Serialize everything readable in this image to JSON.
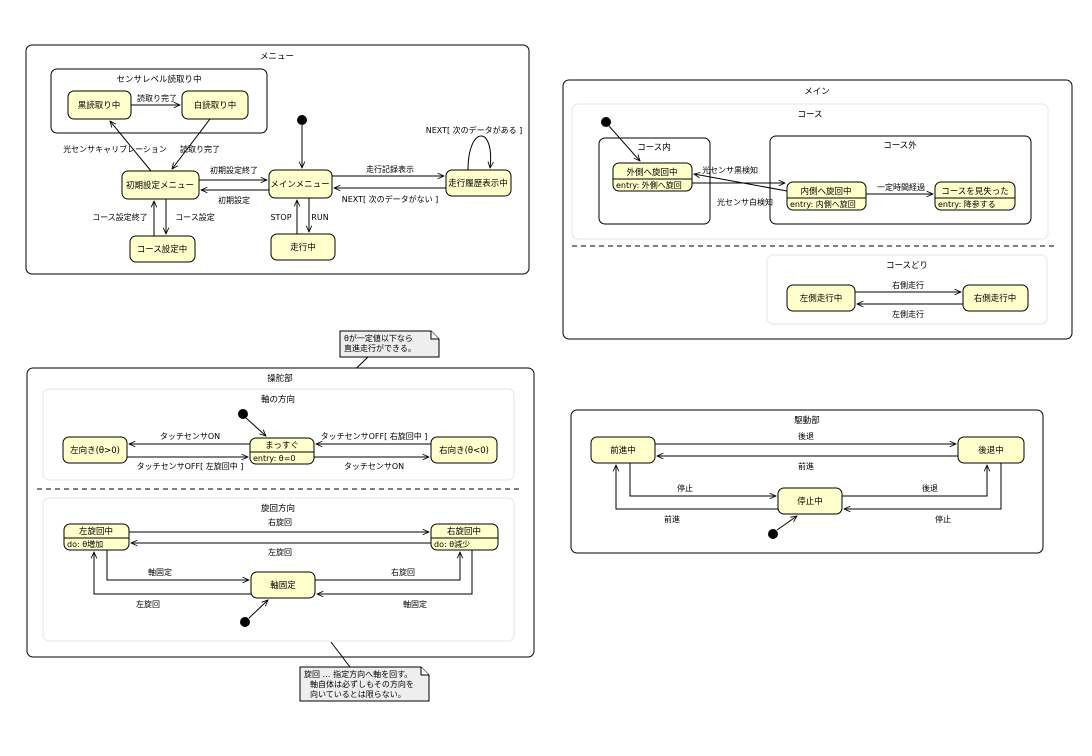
{
  "menu": {
    "title": "メニュー",
    "calib_group": "センサレベル読取り中",
    "states": {
      "black": "黒読取り中",
      "white": "白読取り中",
      "init": "初期設定メニュー",
      "course_setting": "コース設定中",
      "main": "メインメニュー",
      "running": "走行中",
      "log": "走行履歴表示中"
    },
    "edges": {
      "read_done1": "読取り完了",
      "read_done2": "読取り完了",
      "calibration": "光センサキャリブレーション",
      "init_done": "初期設定終了",
      "init_setting": "初期設定",
      "course_done": "コース設定終了",
      "course_set": "コース設定",
      "stop": "STOP",
      "run": "RUN",
      "log_show": "走行記録表示",
      "next_none": "NEXT[ 次のデータがない ]",
      "next_has": "NEXT[ 次のデータがある ]"
    }
  },
  "main_sm": {
    "title": "メイン",
    "course_region": "コース",
    "inside": "コース内",
    "outside": "コース外",
    "turn_out_name": "外側へ旋回中",
    "turn_out_entry": "entry: 外側へ旋回",
    "turn_in_name": "内側へ旋回中",
    "turn_in_entry": "entry: 内側へ旋回",
    "lost_name": "コースを見失った",
    "lost_entry": "entry: 降参する",
    "black_detect": "光センサ黒検知",
    "white_detect": "光センサ白検知",
    "time_passed": "一定時間経過",
    "tracing_region": "コースどり",
    "left_run": "左側走行中",
    "right_run": "右側走行中",
    "to_right": "右側走行",
    "to_left": "左側走行"
  },
  "note1": [
    "θが一定値以下なら",
    "直進走行ができる。"
  ],
  "steer": {
    "title": "操舵部",
    "axis_region": "軸の方向",
    "straight_name": "まっすぐ",
    "straight_entry": "entry: θ=0",
    "left_face": "左向き(θ>0)",
    "right_face": "右向き(θ<0)",
    "touch_on1": "タッチセンサON",
    "touch_off_right": "タッチセンサOFF[ 右旋回中 ]",
    "touch_off_left": "タッチセンサOFF[ 左旋回中 ]",
    "touch_on2": "タッチセンサON",
    "rot_region": "旋回方向",
    "left_turn_name": "左旋回中",
    "left_turn_do": "do: θ増加",
    "right_turn_name": "右旋回中",
    "right_turn_do": "do: θ減少",
    "fixed": "軸固定",
    "r_turn": "右旋回",
    "l_turn": "左旋回",
    "fix1": "軸固定",
    "r_turn2": "右旋回",
    "l_turn2": "左旋回",
    "fix2": "軸固定"
  },
  "note2": [
    "旋回 … 指定方向へ軸を回す。",
    "軸自体は必ずしもその方向を",
    "向いているとは限らない。"
  ],
  "drive": {
    "title": "駆動部",
    "forward": "前進中",
    "backward": "後退中",
    "stopped": "停止中",
    "back_e": "後退",
    "fwd_e": "前進",
    "stop_e1": "停止",
    "back_e2": "後退",
    "fwd_e2": "前進",
    "stop_e2": "停止"
  }
}
